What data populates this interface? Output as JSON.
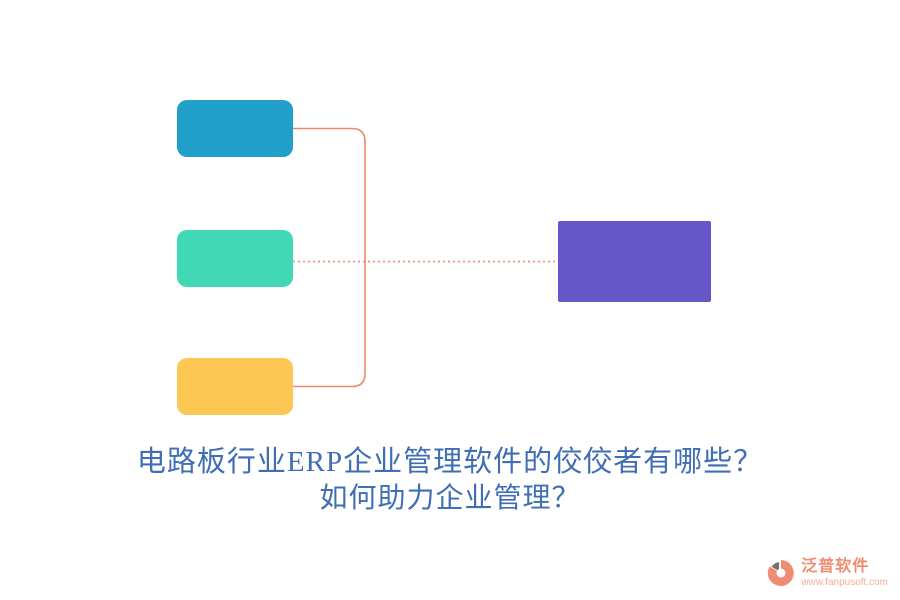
{
  "diagram": {
    "nodes": [
      {
        "id": "node-top",
        "color": "#1f9fc9"
      },
      {
        "id": "node-middle",
        "color": "#41d8b5"
      },
      {
        "id": "node-bottom",
        "color": "#fcc853"
      },
      {
        "id": "node-result",
        "color": "#6557c8"
      }
    ],
    "connector_color": "#f0876c"
  },
  "caption": {
    "line1": "电路板行业ERP企业管理软件的佼佼者有哪些？",
    "line2": "如何助力企业管理？",
    "color": "#3f6eb5"
  },
  "watermark": {
    "brand": "泛普软件",
    "url": "www.fanpusoft.com",
    "brand_color": "#ee8d72",
    "url_color": "#f2b09d",
    "icon_primary": "#ee8d72",
    "icon_secondary": "#7d6e69"
  }
}
